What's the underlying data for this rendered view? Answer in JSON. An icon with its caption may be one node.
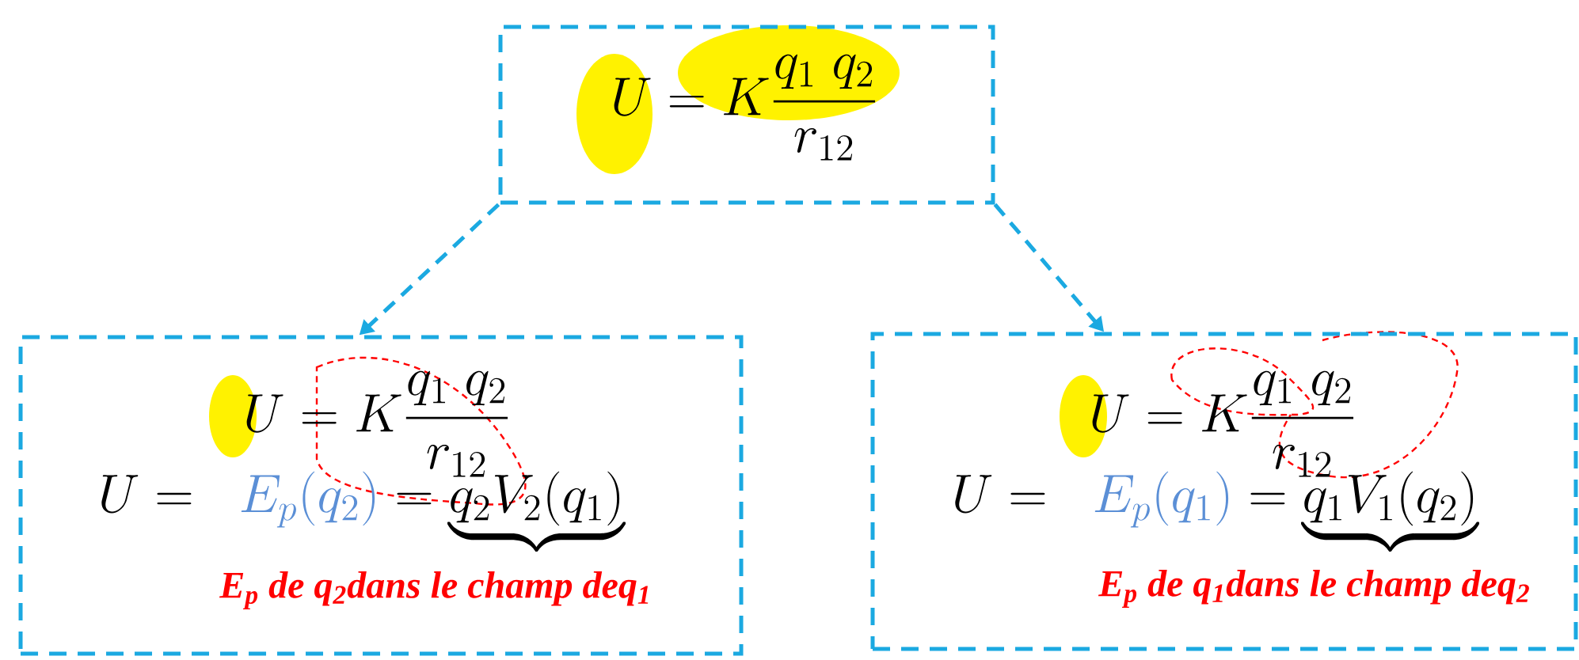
{
  "diagram": {
    "nodes": [
      {
        "text": [
          "U = K\\frac{q_1\\; q_2}{r_{12}}"
        ]
      },
      {
        "text": [
          "U = K\\frac{q_1\\; q_2}{r_{12}}",
          "U = \\;\\; {\\color[HTML]{5B8FD6}E_p(q_2)} = \\underbrace{q_2V_2(q_1)}",
          "E$_{p}$ de q$_{2}$dans le champ deq$_{1}$"
        ]
      },
      {
        "text": [
          "U = K\\frac{q_1\\; q_2}{r_{12}}",
          "U = \\;\\; {\\color[HTML]{5B8FD6}E_p(q_1)} = \\underbrace{q_1V_1(q_2)}",
          "E$_{p}$ de q$_{1}$dans le champ deq$_{2}$"
        ]
      }
    ],
    "edges": [
      {
        "from": 0,
        "to": 1,
        "arrow": "to",
        "style": "dashed"
      },
      {
        "from": 0,
        "to": 2,
        "arrow": "to",
        "style": "dashed"
      }
    ]
  }
}
